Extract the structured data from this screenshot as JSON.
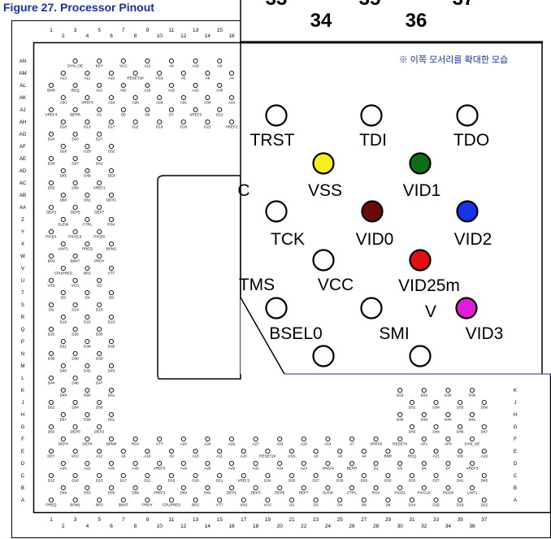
{
  "figure": {
    "title": "Figure 27.  Processor Pinout"
  },
  "columns": [
    "1",
    "2",
    "3",
    "4",
    "5",
    "6",
    "7",
    "8",
    "9",
    "10",
    "11",
    "12",
    "13",
    "14",
    "15",
    "16",
    "17",
    "18",
    "19",
    "20",
    "21",
    "22",
    "23",
    "24",
    "25",
    "26",
    "27",
    "28",
    "29",
    "30",
    "31",
    "32",
    "33",
    "34",
    "35",
    "36",
    "37"
  ],
  "top_columns_visible": [
    "1",
    "2",
    "3",
    "4",
    "5",
    "6",
    "7",
    "8",
    "9",
    "10",
    "11",
    "12",
    "13",
    "14",
    "15",
    "16"
  ],
  "rows_left": [
    "AN",
    "AM",
    "AL",
    "AK",
    "AJ",
    "AH",
    "AG",
    "AF",
    "AE",
    "AD",
    "AC",
    "AB",
    "AA",
    "Z",
    "Y",
    "X",
    "W",
    "V",
    "U",
    "T",
    "S",
    "R",
    "Q",
    "P",
    "N",
    "M",
    "L",
    "K",
    "J",
    "H",
    "G",
    "F",
    "E",
    "D",
    "C",
    "B",
    "A"
  ],
  "rows_right": [
    "K",
    "J",
    "H",
    "G",
    "F",
    "E",
    "D",
    "C",
    "B",
    "A"
  ],
  "inset": {
    "caption": "※ 이쪽 모서리를 확대한 모습",
    "col_headers": [
      "34",
      "36"
    ],
    "pins": [
      {
        "label": "TRST",
        "color": "#ffffff"
      },
      {
        "label": "TDI",
        "color": "#ffffff"
      },
      {
        "label": "TDO",
        "color": "#ffffff"
      },
      {
        "label": "VSS",
        "color": "#f5ef1a"
      },
      {
        "label": "VID1",
        "color": "#0f6e12"
      },
      {
        "label": "TCK",
        "color": "#ffffff"
      },
      {
        "label": "VID0",
        "color": "#6a0a0a"
      },
      {
        "label": "VID2",
        "color": "#1633e6"
      },
      {
        "label": "VCC",
        "color": "#ffffff"
      },
      {
        "label": "VID25m",
        "color": "#e21010"
      },
      {
        "label": "BSEL0",
        "color": "#ffffff"
      },
      {
        "label": "SMI",
        "color": "#ffffff"
      },
      {
        "label": "VID3",
        "color": "#e21ad9"
      },
      {
        "label": "",
        "color": "#ffffff"
      },
      {
        "label": "",
        "color": "#ffffff"
      }
    ],
    "partial_labels": {
      "c": "C",
      "tms": "TMS",
      "v": "V"
    }
  },
  "pin_labels_small": {
    "top_left": [
      "DYN_OE",
      "KEY",
      "VCC",
      "A12",
      "A6",
      "A16",
      "A9",
      "A13",
      "A11",
      "A10",
      "RESET2#",
      "VSS",
      "A5",
      "A8",
      "A4",
      "BNR",
      "REQ",
      "A21",
      "VID",
      "A19",
      "A25",
      "A22",
      "A35",
      "A30",
      "VREF5",
      "A18",
      "A28",
      "A29",
      "A31",
      "A34",
      "A23",
      "VREF4",
      "BERR",
      "D1",
      "D5",
      "D6",
      "D7",
      "VREF3",
      "D12",
      "D10",
      "D13",
      "D17",
      "D11",
      "D19",
      "D16",
      "D21",
      "VREF2",
      "D24",
      "D20",
      "D27",
      "D28",
      "D29",
      "D32",
      "D33",
      "D37",
      "D41",
      "D45",
      "D49",
      "D53",
      "D55",
      "D59",
      "VREF1",
      "D60",
      "D62",
      "DEP1",
      "DEP3",
      "DEP5",
      "DEP7",
      "SLEW",
      "CTRL",
      "RSV",
      "PICD1",
      "PICCLK",
      "PICD0",
      "LINT1",
      "PREQ",
      "BPM1",
      "BP3",
      "BINIT",
      "PRDY",
      "CPUPRES",
      "BP2",
      "VTT",
      "VSS",
      "VCC",
      "D2",
      "D3",
      "D4",
      "D8",
      "D9",
      "D14",
      "D15",
      "D18",
      "D22",
      "D23",
      "D25",
      "D26",
      "D30",
      "D31",
      "D34",
      "D35",
      "D36",
      "D38",
      "D39",
      "D40",
      "D42",
      "D43",
      "D44",
      "D46",
      "D47",
      "D48",
      "D50",
      "D51",
      "D52",
      "D54",
      "D56",
      "D57",
      "D58",
      "D61",
      "D63",
      "DEP0",
      "DEP2",
      "DEP4",
      "DEP6",
      "BPM0",
      "RSV",
      "VTT",
      "A20",
      "A24",
      "A26",
      "A27",
      "A33",
      "A15",
      "A14",
      "A7",
      "VREF6",
      "RESET#",
      "AP1",
      "AP0"
    ]
  }
}
